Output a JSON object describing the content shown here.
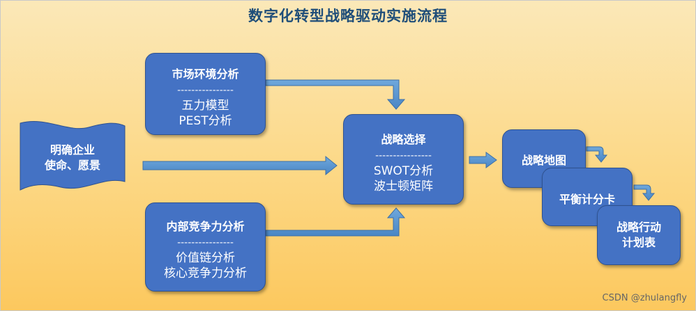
{
  "title": "数字化转型战略驱动实施流程",
  "mission": {
    "line1": "明确企业",
    "line2": "使命、愿景"
  },
  "market": {
    "heading": "市场环境分析",
    "separator": "----------------",
    "line1": "五力模型",
    "line2": "PEST分析"
  },
  "internal": {
    "heading": "内部竞争力分析",
    "separator": "----------------",
    "line1": "价值链分析",
    "line2": "核心竞争力分析"
  },
  "strategy": {
    "heading": "战略选择",
    "separator": "----------------",
    "line1": "SWOT分析",
    "line2": "波士顿矩阵"
  },
  "outputs": {
    "map": "战略地图",
    "scorecard": "平衡计分卡",
    "action_line1": "战略行动",
    "action_line2": "计划表"
  },
  "watermark": "CSDN @zhulangfly",
  "colors": {
    "box": "#4472c4",
    "arrow": "#5b9bd5",
    "title": "#1f4e79"
  }
}
